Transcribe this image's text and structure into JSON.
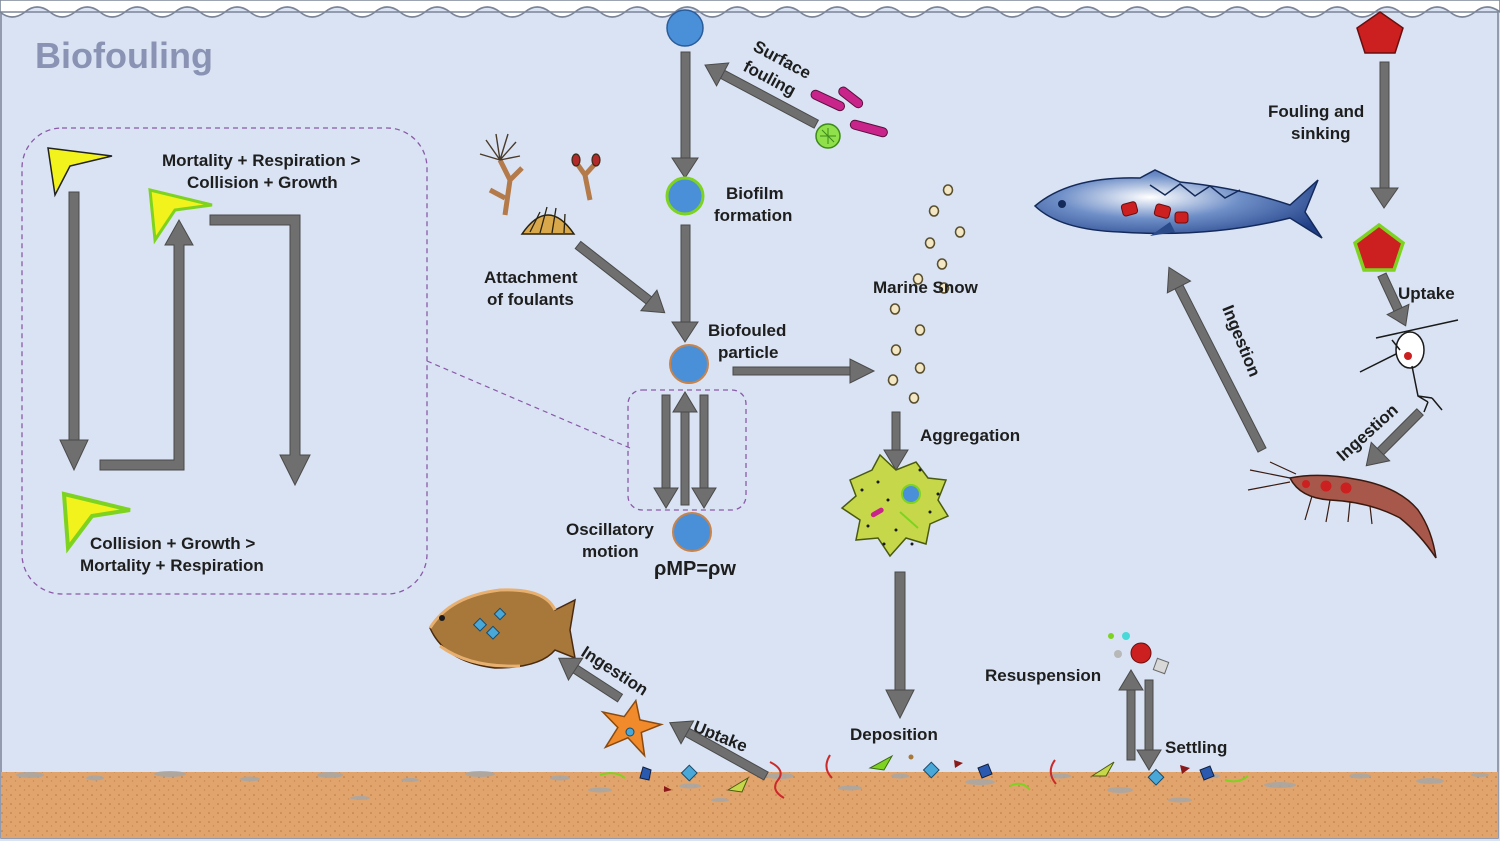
{
  "title": "Biofouling",
  "colors": {
    "water": "#d9e3f3",
    "sediment": "#e2a46d",
    "arrow": "#6f6f6f",
    "particle": "#4a90d9",
    "title": "#8a93b3",
    "fragment_yellow": "#f2f21c",
    "biofilm_green": "#7ed321",
    "pellet_red": "#cc1f1f"
  },
  "inset": {
    "upper_condition_line1": "Mortality + Respiration >",
    "upper_condition_line2": "Collision + Growth",
    "lower_condition_line1": "Collision + Growth >",
    "lower_condition_line2": "Mortality + Respiration"
  },
  "labels": {
    "surface_fouling_line1": "Surface",
    "surface_fouling_line2": "fouling",
    "biofilm_line1": "Biofilm",
    "biofilm_line2": "formation",
    "attachment_line1": "Attachment",
    "attachment_line2": "of foulants",
    "biofouled_line1": "Biofouled",
    "biofouled_line2": "particle",
    "oscillatory_line1": "Oscillatory",
    "oscillatory_line2": "motion",
    "density": "ρMP=ρw",
    "marine_snow": "Marine Snow",
    "aggregation": "Aggregation",
    "fouling_sinking_line1": "Fouling and",
    "fouling_sinking_line2": "sinking",
    "uptake_right": "Uptake",
    "ingestion_fish": "Ingestion",
    "ingestion_shrimp": "Ingestion",
    "ingestion_flatfish": "Ingestion",
    "uptake_bottom": "Uptake",
    "deposition": "Deposition",
    "resuspension": "Resuspension",
    "settling": "Settling"
  },
  "icons": [
    "biofilm-bacteria-icon",
    "hydroid-icon",
    "barnacle-icon",
    "mackerel-icon",
    "copepod-icon",
    "shrimp-icon",
    "flatfish-icon",
    "starfish-icon",
    "worm-icon",
    "marine-snow-aggregate-icon"
  ]
}
